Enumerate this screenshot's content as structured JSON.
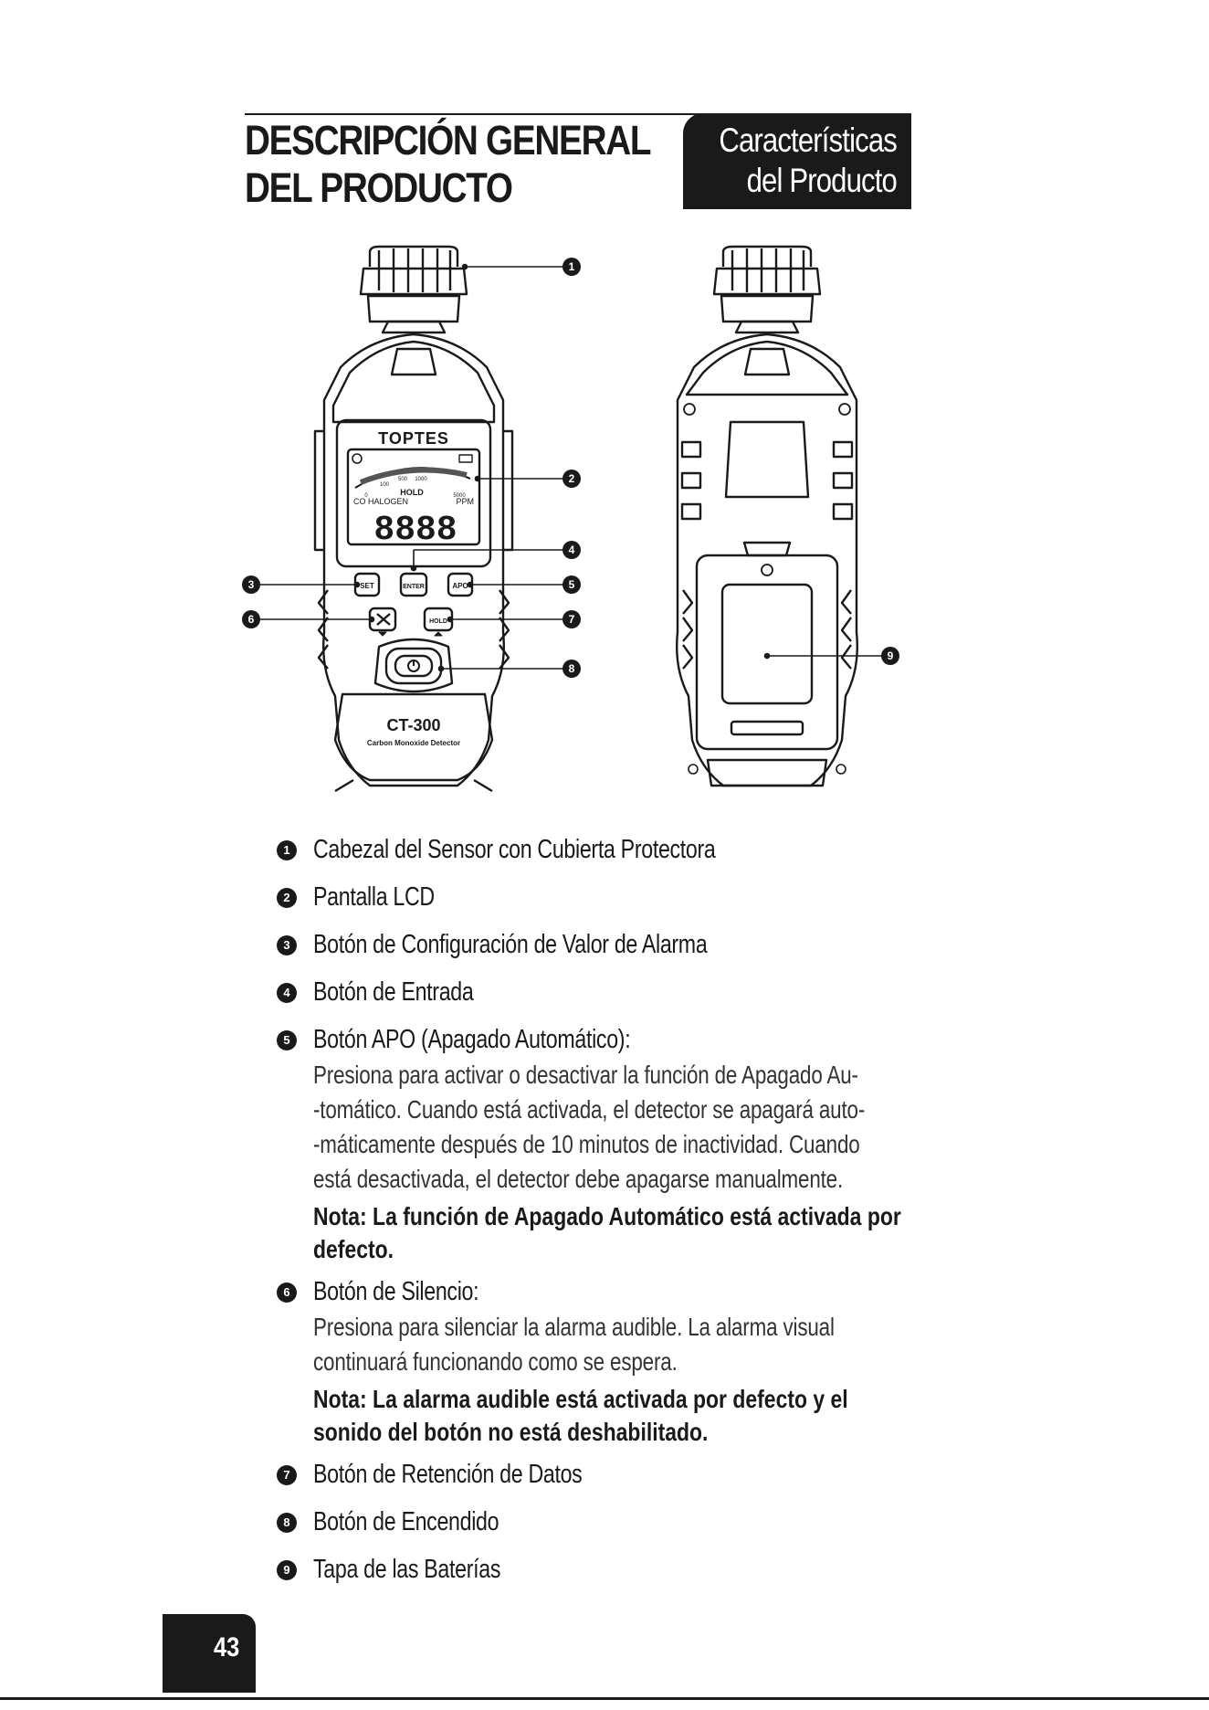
{
  "header": {
    "title_line1": "DESCRIPCIÓN GENERAL",
    "title_line2": "DEL PRODUCTO",
    "tab_line1": "Características",
    "tab_line2": "del Producto"
  },
  "device": {
    "brand": "TOPTES",
    "model": "CT-300",
    "subtitle": "Carbon Monoxide Detector",
    "lcd": {
      "scale_0": "0",
      "scale_100": "100",
      "scale_500": "500",
      "scale_1000": "1000",
      "scale_5000": "5000",
      "hold": "HOLD",
      "co_halogen": "CO HALOGEN",
      "ppm": "PPM",
      "digits": "8888"
    },
    "buttons": {
      "set": "SET",
      "enter": "ENTER",
      "apo": "APO",
      "hold": "HOLD"
    },
    "callouts": [
      "1",
      "2",
      "3",
      "4",
      "5",
      "6",
      "7",
      "8",
      "9"
    ]
  },
  "legend": [
    {
      "num": "1",
      "label": "Cabezal del Sensor con Cubierta Protectora"
    },
    {
      "num": "2",
      "label": "Pantalla LCD"
    },
    {
      "num": "3",
      "label": "Botón de Configuración de Valor de Alarma"
    },
    {
      "num": "4",
      "label": "Botón de Entrada"
    },
    {
      "num": "5",
      "label": "Botón APO (Apagado Automático):",
      "desc": [
        "Presiona para activar o desactivar la función de Apagado Au-",
        "-tomático. Cuando está activada, el detector se apagará auto-",
        "-máticamente después de 10 minutos de inactividad. Cuando",
        "está desactivada, el detector debe apagarse manualmente."
      ],
      "note": [
        "Nota: La función de Apagado Automático está activada por",
        "defecto."
      ]
    },
    {
      "num": "6",
      "label": "Botón de Silencio:",
      "desc": [
        "Presiona para silenciar la alarma audible. La alarma visual",
        "continuará funcionando como se espera."
      ],
      "note": [
        "Nota: La alarma audible está activada por defecto y el",
        "sonido del botón no está deshabilitado."
      ]
    },
    {
      "num": "7",
      "label": "Botón de Retención de Datos"
    },
    {
      "num": "8",
      "label": "Botón de Encendido"
    },
    {
      "num": "9",
      "label": "Tapa de las Baterías"
    }
  ],
  "footer": {
    "page_number": "43"
  }
}
